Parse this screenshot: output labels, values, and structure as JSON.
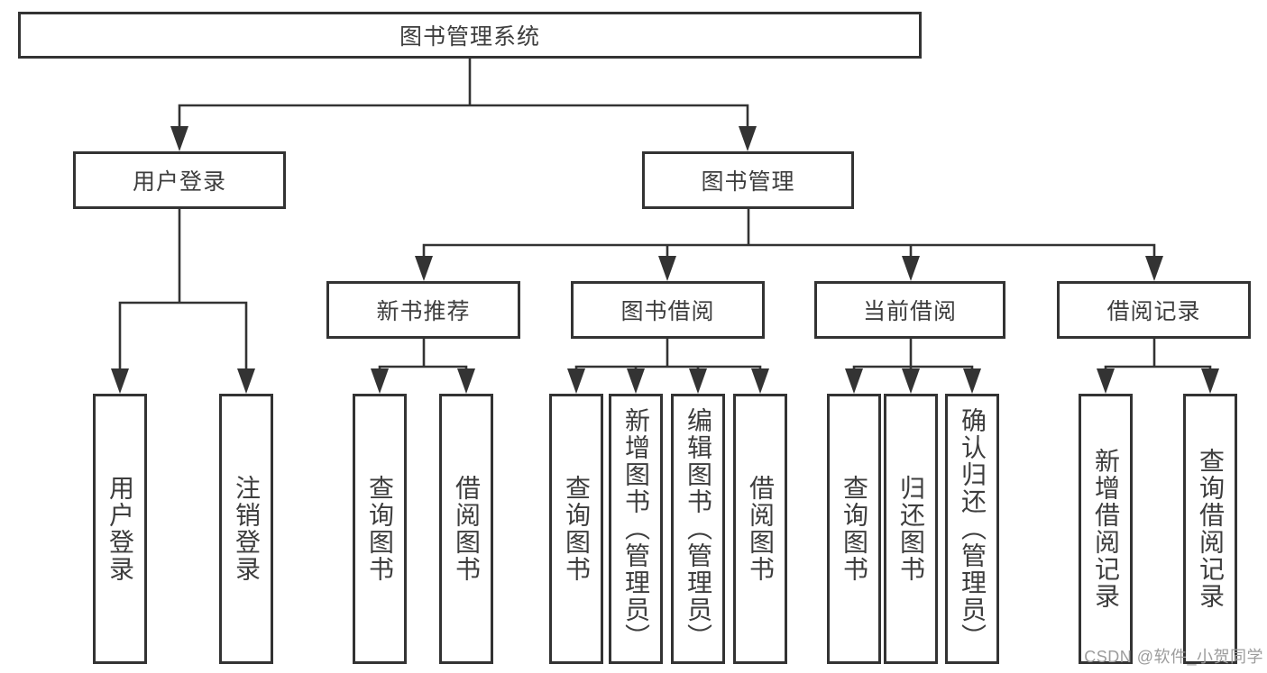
{
  "diagram": {
    "title": "图书管理系统",
    "root": {
      "label": "图书管理系统"
    },
    "level2": [
      {
        "label": "用户登录"
      },
      {
        "label": "图书管理"
      }
    ],
    "level3": [
      {
        "label": "新书推荐"
      },
      {
        "label": "图书借阅"
      },
      {
        "label": "当前借阅"
      },
      {
        "label": "借阅记录"
      }
    ],
    "leaves": [
      {
        "label": "用户登录"
      },
      {
        "label": "注销登录"
      },
      {
        "label": "查询图书"
      },
      {
        "label": "借阅图书"
      },
      {
        "label": "查询图书"
      },
      {
        "label": "新增图书（管理员）"
      },
      {
        "label": "编辑图书（管理员）"
      },
      {
        "label": "借阅图书"
      },
      {
        "label": "查询图书"
      },
      {
        "label": "归还图书"
      },
      {
        "label": "确认归还（管理员）"
      },
      {
        "label": "新增借阅记录"
      },
      {
        "label": "查询借阅记录"
      }
    ]
  },
  "watermark": {
    "text": "CSDN @软件_小贺同学"
  },
  "colors": {
    "line": "#333333",
    "text": "#3d3d3d",
    "watermark": "#9c9c9c",
    "background": "#ffffff"
  }
}
